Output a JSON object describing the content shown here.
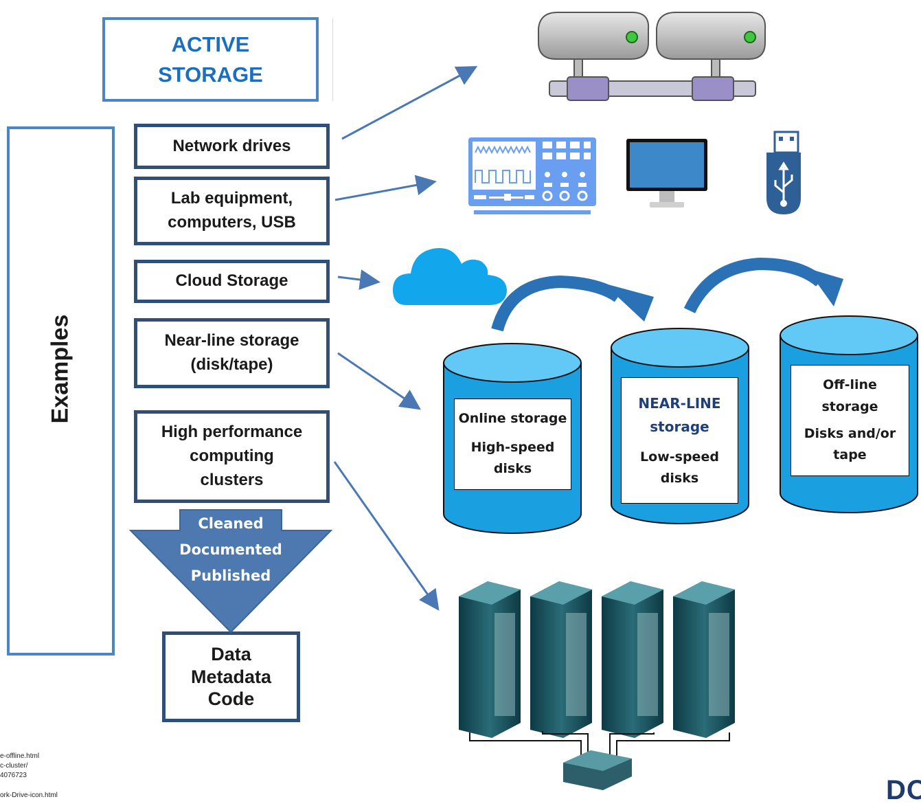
{
  "title": {
    "line1": "ACTIVE",
    "line2": "STORAGE"
  },
  "side_label": "Examples",
  "examples": [
    {
      "label": "Network drives"
    },
    {
      "label": "Lab equipment,\ncomputers, USB"
    },
    {
      "label": "Cloud Storage"
    },
    {
      "label": "Near-line storage\n(disk/tape)"
    },
    {
      "label": "High performance\ncomputing\nclusters"
    }
  ],
  "funnel": {
    "text": "Cleaned\nDocumented\nPublished"
  },
  "output": {
    "text": "Data\nMetadata\nCode"
  },
  "tiers": [
    {
      "title": "Online storage",
      "subtitle": "High-speed\ndisks"
    },
    {
      "title": "NEAR-LINE\nstorage",
      "subtitle": "Low-speed\ndisks"
    },
    {
      "title": "Off-line\nstorage",
      "subtitle": "Disks and/or\ntape"
    }
  ],
  "credits": [
    "e-offline.html",
    "c-cluster/",
    "4076723",
    "ork-Drive-icon.html"
  ],
  "logo": "DO",
  "colors": {
    "accent": "#4a86c5",
    "box_border": "#2f4f77",
    "cylinder": "#1aa0e0",
    "cylinder_top": "#62c8f5",
    "arrow": "#4a78b5"
  }
}
